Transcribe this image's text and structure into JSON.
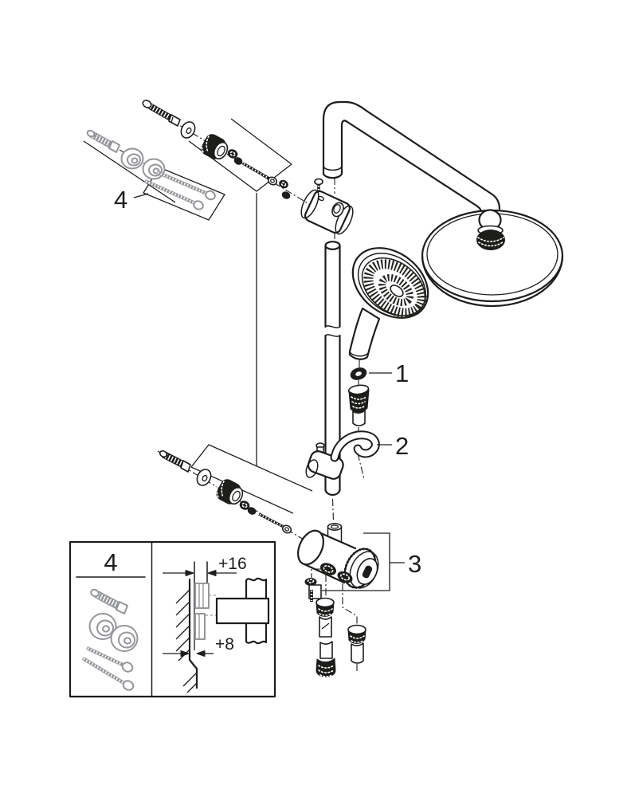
{
  "diagram": {
    "background": "#ffffff",
    "line_color": "#1d1d1b",
    "muted_color": "#94969a",
    "callouts": [
      {
        "label": "1",
        "part": "hand-shower-hose-seal"
      },
      {
        "label": "2",
        "part": "shower-holder-glide"
      },
      {
        "label": "3",
        "part": "diverter-valve-body"
      },
      {
        "label": "4",
        "part": "wall-fixing-set"
      }
    ],
    "inset": {
      "label": "4",
      "dim_top": "+16",
      "dim_bottom": "+8"
    }
  }
}
